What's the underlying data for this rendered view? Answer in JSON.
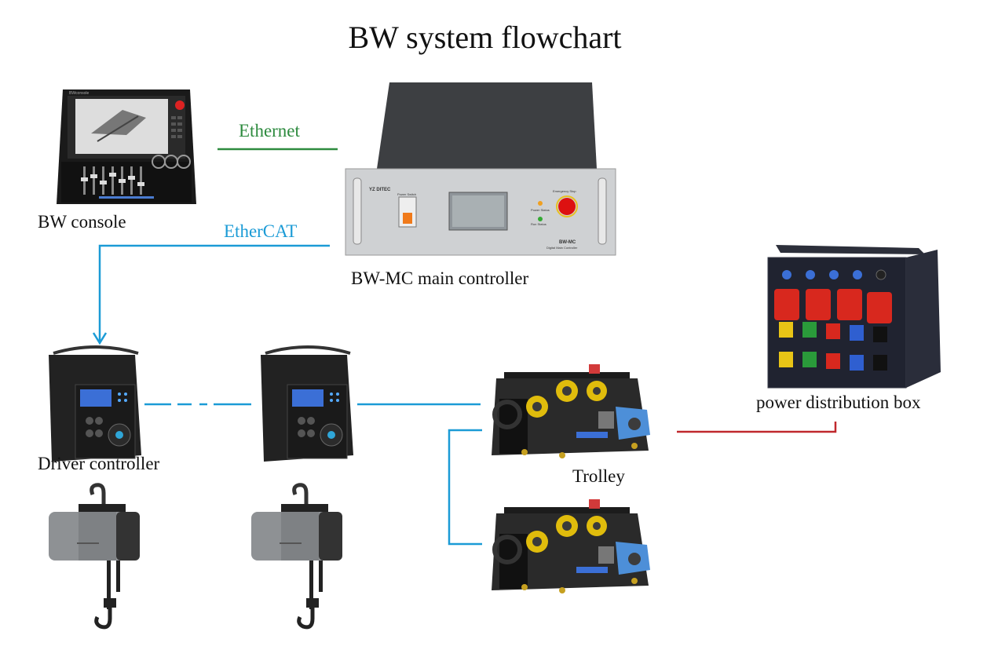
{
  "title": "BW system flowchart",
  "labels": {
    "console": "BW console",
    "main_controller": "BW-MC main controller",
    "driver_controller": "Driver controller",
    "trolley": "Trolley",
    "power_box": "power distribution box"
  },
  "links": {
    "ethernet": "Ethernet",
    "ethercat": "EtherCAT"
  },
  "device_text": {
    "console_brand": "BWconsole",
    "mc_brand": "YZ DITEC",
    "mc_model": "BW-MC",
    "mc_subtitle": "Digital Main Controller",
    "power_switch": "Power Switch",
    "power_status": "Power Status",
    "emergency_stop": "Emergency Stop",
    "run_status": "Run Status"
  },
  "colors": {
    "ethernet": "#2e8b3f",
    "ethercat": "#1b9bd6",
    "power": "#c0282d"
  }
}
